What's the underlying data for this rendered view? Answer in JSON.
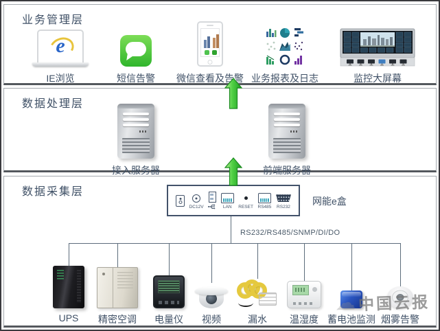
{
  "diagram": {
    "layers": [
      {
        "title": "业务管理层",
        "items": [
          {
            "label": "IE浏览",
            "icon": "ie-browser-laptop"
          },
          {
            "label": "短信告警",
            "icon": "sms-message"
          },
          {
            "label": "微信查看及告警",
            "icon": "wechat-phone-chart"
          },
          {
            "label": "业务报表及日志",
            "icon": "report-charts-grid"
          },
          {
            "label": "监控大屏幕",
            "icon": "video-wall"
          }
        ]
      },
      {
        "title": "数据处理层",
        "items": [
          {
            "label": "接入服务器",
            "icon": "server-tower"
          },
          {
            "label": "前端服务器",
            "icon": "server-tower"
          }
        ]
      },
      {
        "title": "数据采集层",
        "gateway": {
          "label": "网能e盒",
          "ports": [
            {
              "label": "",
              "icon": "power-switch"
            },
            {
              "label": "DC12V",
              "icon": "dc-jack"
            },
            {
              "label": "",
              "icon": "usb-port"
            },
            {
              "label": "LAN",
              "icon": "rj45-port"
            },
            {
              "label": "RESET",
              "icon": "reset-hole"
            },
            {
              "label": "RS485",
              "icon": "rj45-port"
            },
            {
              "label": "RS232",
              "icon": "db9-port"
            }
          ]
        },
        "bus_label": "RS232/RS485/SNMP/DI/DO",
        "devices": [
          {
            "label": "UPS",
            "icon": "ups-cabinet"
          },
          {
            "label": "精密空调",
            "icon": "precision-air-conditioner"
          },
          {
            "label": "电量仪",
            "icon": "power-meter"
          },
          {
            "label": "视频",
            "icon": "dome-camera"
          },
          {
            "label": "漏水",
            "icon": "water-leak-cable"
          },
          {
            "label": "温湿度",
            "icon": "temperature-humidity-sensor"
          },
          {
            "label": "蓄电池监测",
            "icon": "battery-monitor"
          },
          {
            "label": "烟雾告警",
            "icon": "smoke-detector"
          }
        ]
      }
    ],
    "watermark": {
      "text": "中国云报",
      "logo_icon": "cloud-logo"
    },
    "colors": {
      "text": "#3f5066",
      "line": "#5c6c7b",
      "arrow_green": "#3fbf3a",
      "band_border": "#a4a9af",
      "sms_green": "#3fbc2f",
      "ie_blue": "#2a66c9"
    }
  }
}
